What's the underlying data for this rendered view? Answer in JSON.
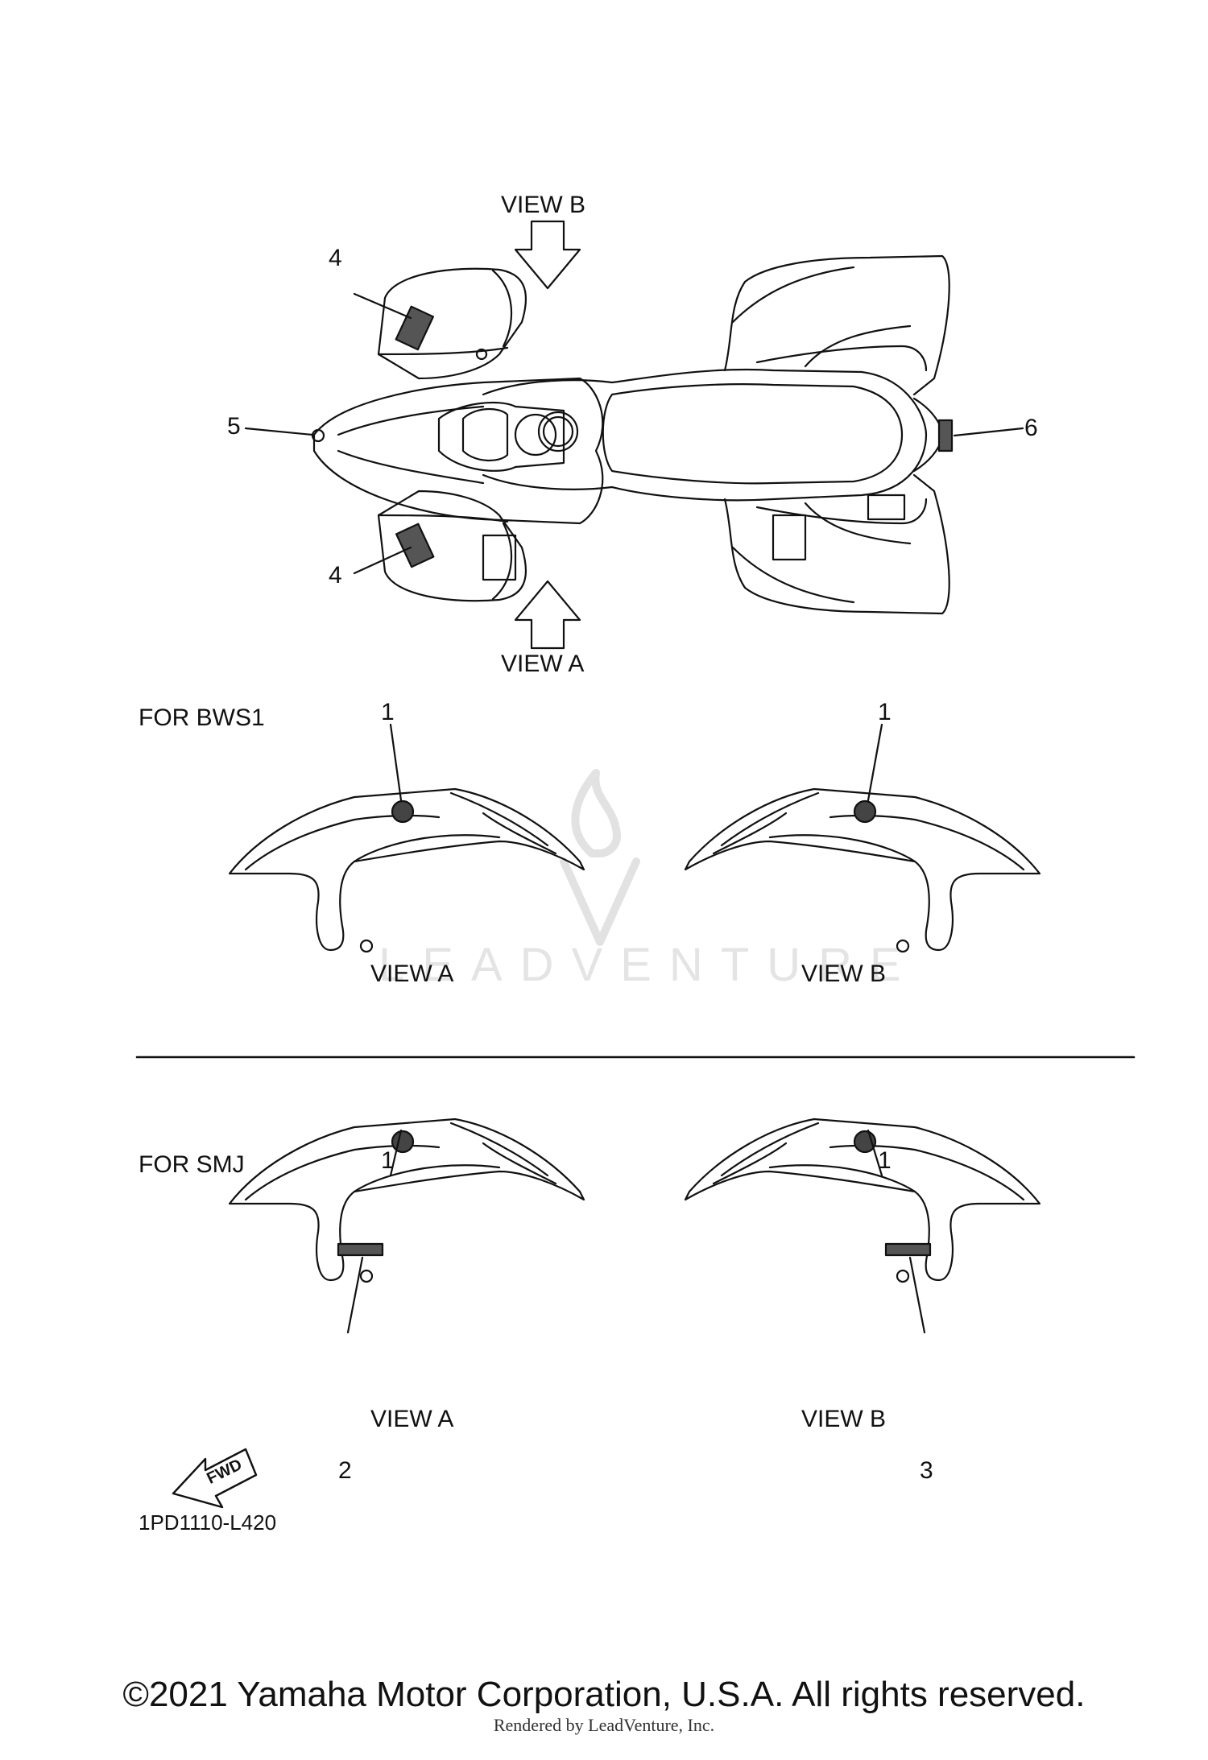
{
  "labels": {
    "view_b_top": "VIEW B",
    "view_a_top": "VIEW A",
    "for_bws1": "FOR BWS1",
    "for_smj": "FOR SMJ",
    "bws1_view_a": "VIEW A",
    "bws1_view_b": "VIEW B",
    "smj_view_a": "VIEW A",
    "smj_view_b": "VIEW B",
    "fwd": "FWD",
    "diagram_code": "1PD1110-L420"
  },
  "callouts": {
    "c4_upper": "4",
    "c4_lower": "4",
    "c5": "5",
    "c6": "6",
    "c1_bws1_left": "1",
    "c1_bws1_right": "1",
    "c1_smj_left": "1",
    "c1_smj_right": "1",
    "c2": "2",
    "c3": "3"
  },
  "watermark": {
    "text": "LEADVENTURE"
  },
  "footer": {
    "copyright": "©2021 Yamaha Motor Corporation, U.S.A. All rights reserved.",
    "rendered_by": "Rendered by LeadVenture, Inc."
  },
  "colors": {
    "line": "#111111",
    "watermark": "#e4e4e4"
  }
}
